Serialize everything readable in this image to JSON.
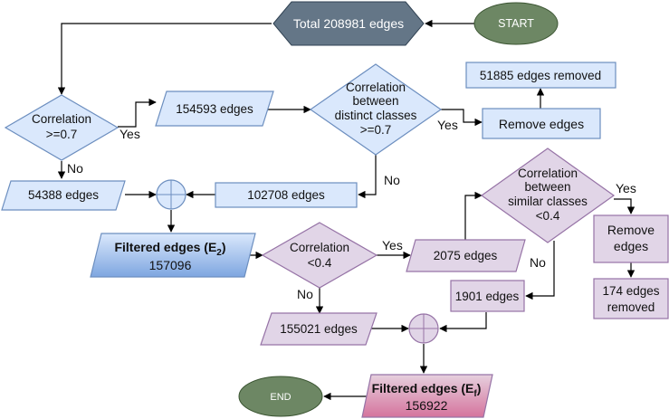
{
  "colors": {
    "blue_fill": "#dae8fc",
    "blue_stroke": "#6c8ebf",
    "purple_fill": "#e1d5e7",
    "purple_stroke": "#9673a6",
    "green_fill": "#6d8764",
    "slate_fill": "#647687",
    "pink_top": "#e6d0de",
    "pink_bottom": "#d5739d",
    "blue_grad_top": "#dae8fc",
    "blue_grad_bottom": "#7ea6e0",
    "arrow": "#000000"
  },
  "nodes": {
    "start": "START",
    "end": "END",
    "total": "Total 208981 edges",
    "corr_ge": [
      "Correlation",
      ">=0.7"
    ],
    "edges_154593": "154593 edges",
    "corr_distinct": [
      "Correlation",
      "between",
      "distinct classes",
      ">=0.7"
    ],
    "remove_edges_top": "Remove edges",
    "removed_51885": "51885 edges removed",
    "edges_54388": "54388 edges",
    "edges_102708": "102708 edges",
    "filtered_e2": {
      "label": "Filtered edges (E",
      "sub": "2",
      "close": ")",
      "value": "157096"
    },
    "corr_lt": [
      "Correlation",
      "<0.4"
    ],
    "edges_2075": "2075 edges",
    "corr_similar": [
      "Correlation",
      "between",
      "similar classes",
      "<0.4"
    ],
    "remove_edges_right": [
      "Remove",
      "edges"
    ],
    "removed_174": [
      "174 edges",
      "removed"
    ],
    "edges_1901": "1901 edges",
    "edges_155021": "155021 edges",
    "filtered_ef": {
      "label": "Filtered edges (E",
      "sub": "f",
      "close": ")",
      "value": "156922"
    }
  },
  "edge_labels": {
    "yes": "Yes",
    "no": "No"
  }
}
